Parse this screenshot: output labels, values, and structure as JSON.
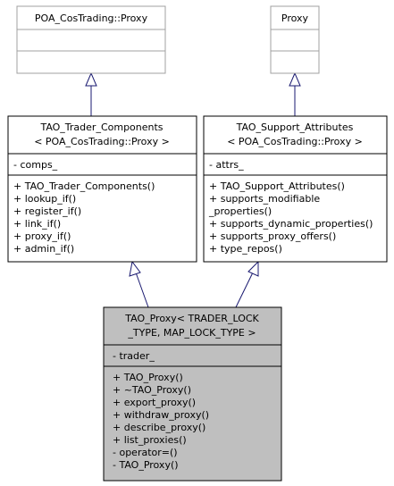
{
  "classes": {
    "poa_proxy": {
      "title": [
        "POA_CosTrading::Proxy"
      ],
      "attributes": [],
      "operations": []
    },
    "proxy": {
      "title": [
        "Proxy"
      ],
      "attributes": [],
      "operations": []
    },
    "trader_components": {
      "title": [
        "TAO_Trader_Components",
        "< POA_CosTrading::Proxy >"
      ],
      "attributes": [
        "- comps_"
      ],
      "operations": [
        "+ TAO_Trader_Components()",
        "+ lookup_if()",
        "+ register_if()",
        "+ link_if()",
        "+ proxy_if()",
        "+ admin_if()"
      ]
    },
    "support_attributes": {
      "title": [
        "TAO_Support_Attributes",
        "< POA_CosTrading::Proxy >"
      ],
      "attributes": [
        "- attrs_"
      ],
      "operations": [
        "+ TAO_Support_Attributes()",
        "+ supports_modifiable",
        "_properties()",
        "+ supports_dynamic_properties()",
        "+ supports_proxy_offers()",
        "+ type_repos()"
      ]
    },
    "tao_proxy": {
      "title": [
        "TAO_Proxy< TRADER_LOCK",
        "_TYPE, MAP_LOCK_TYPE >"
      ],
      "attributes": [
        "- trader_"
      ],
      "operations": [
        "+ TAO_Proxy()",
        "+ ~TAO_Proxy()",
        "+ export_proxy()",
        "+ withdraw_proxy()",
        "+ describe_proxy()",
        "+ list_proxies()",
        "- operator=()",
        "- TAO_Proxy()"
      ]
    }
  },
  "colors": {
    "box_fill": "#ffffff",
    "box_border": "#000000",
    "faded_border": "#a0a0a0",
    "highlight_fill": "#bfbfbf",
    "edge": "#191970"
  }
}
